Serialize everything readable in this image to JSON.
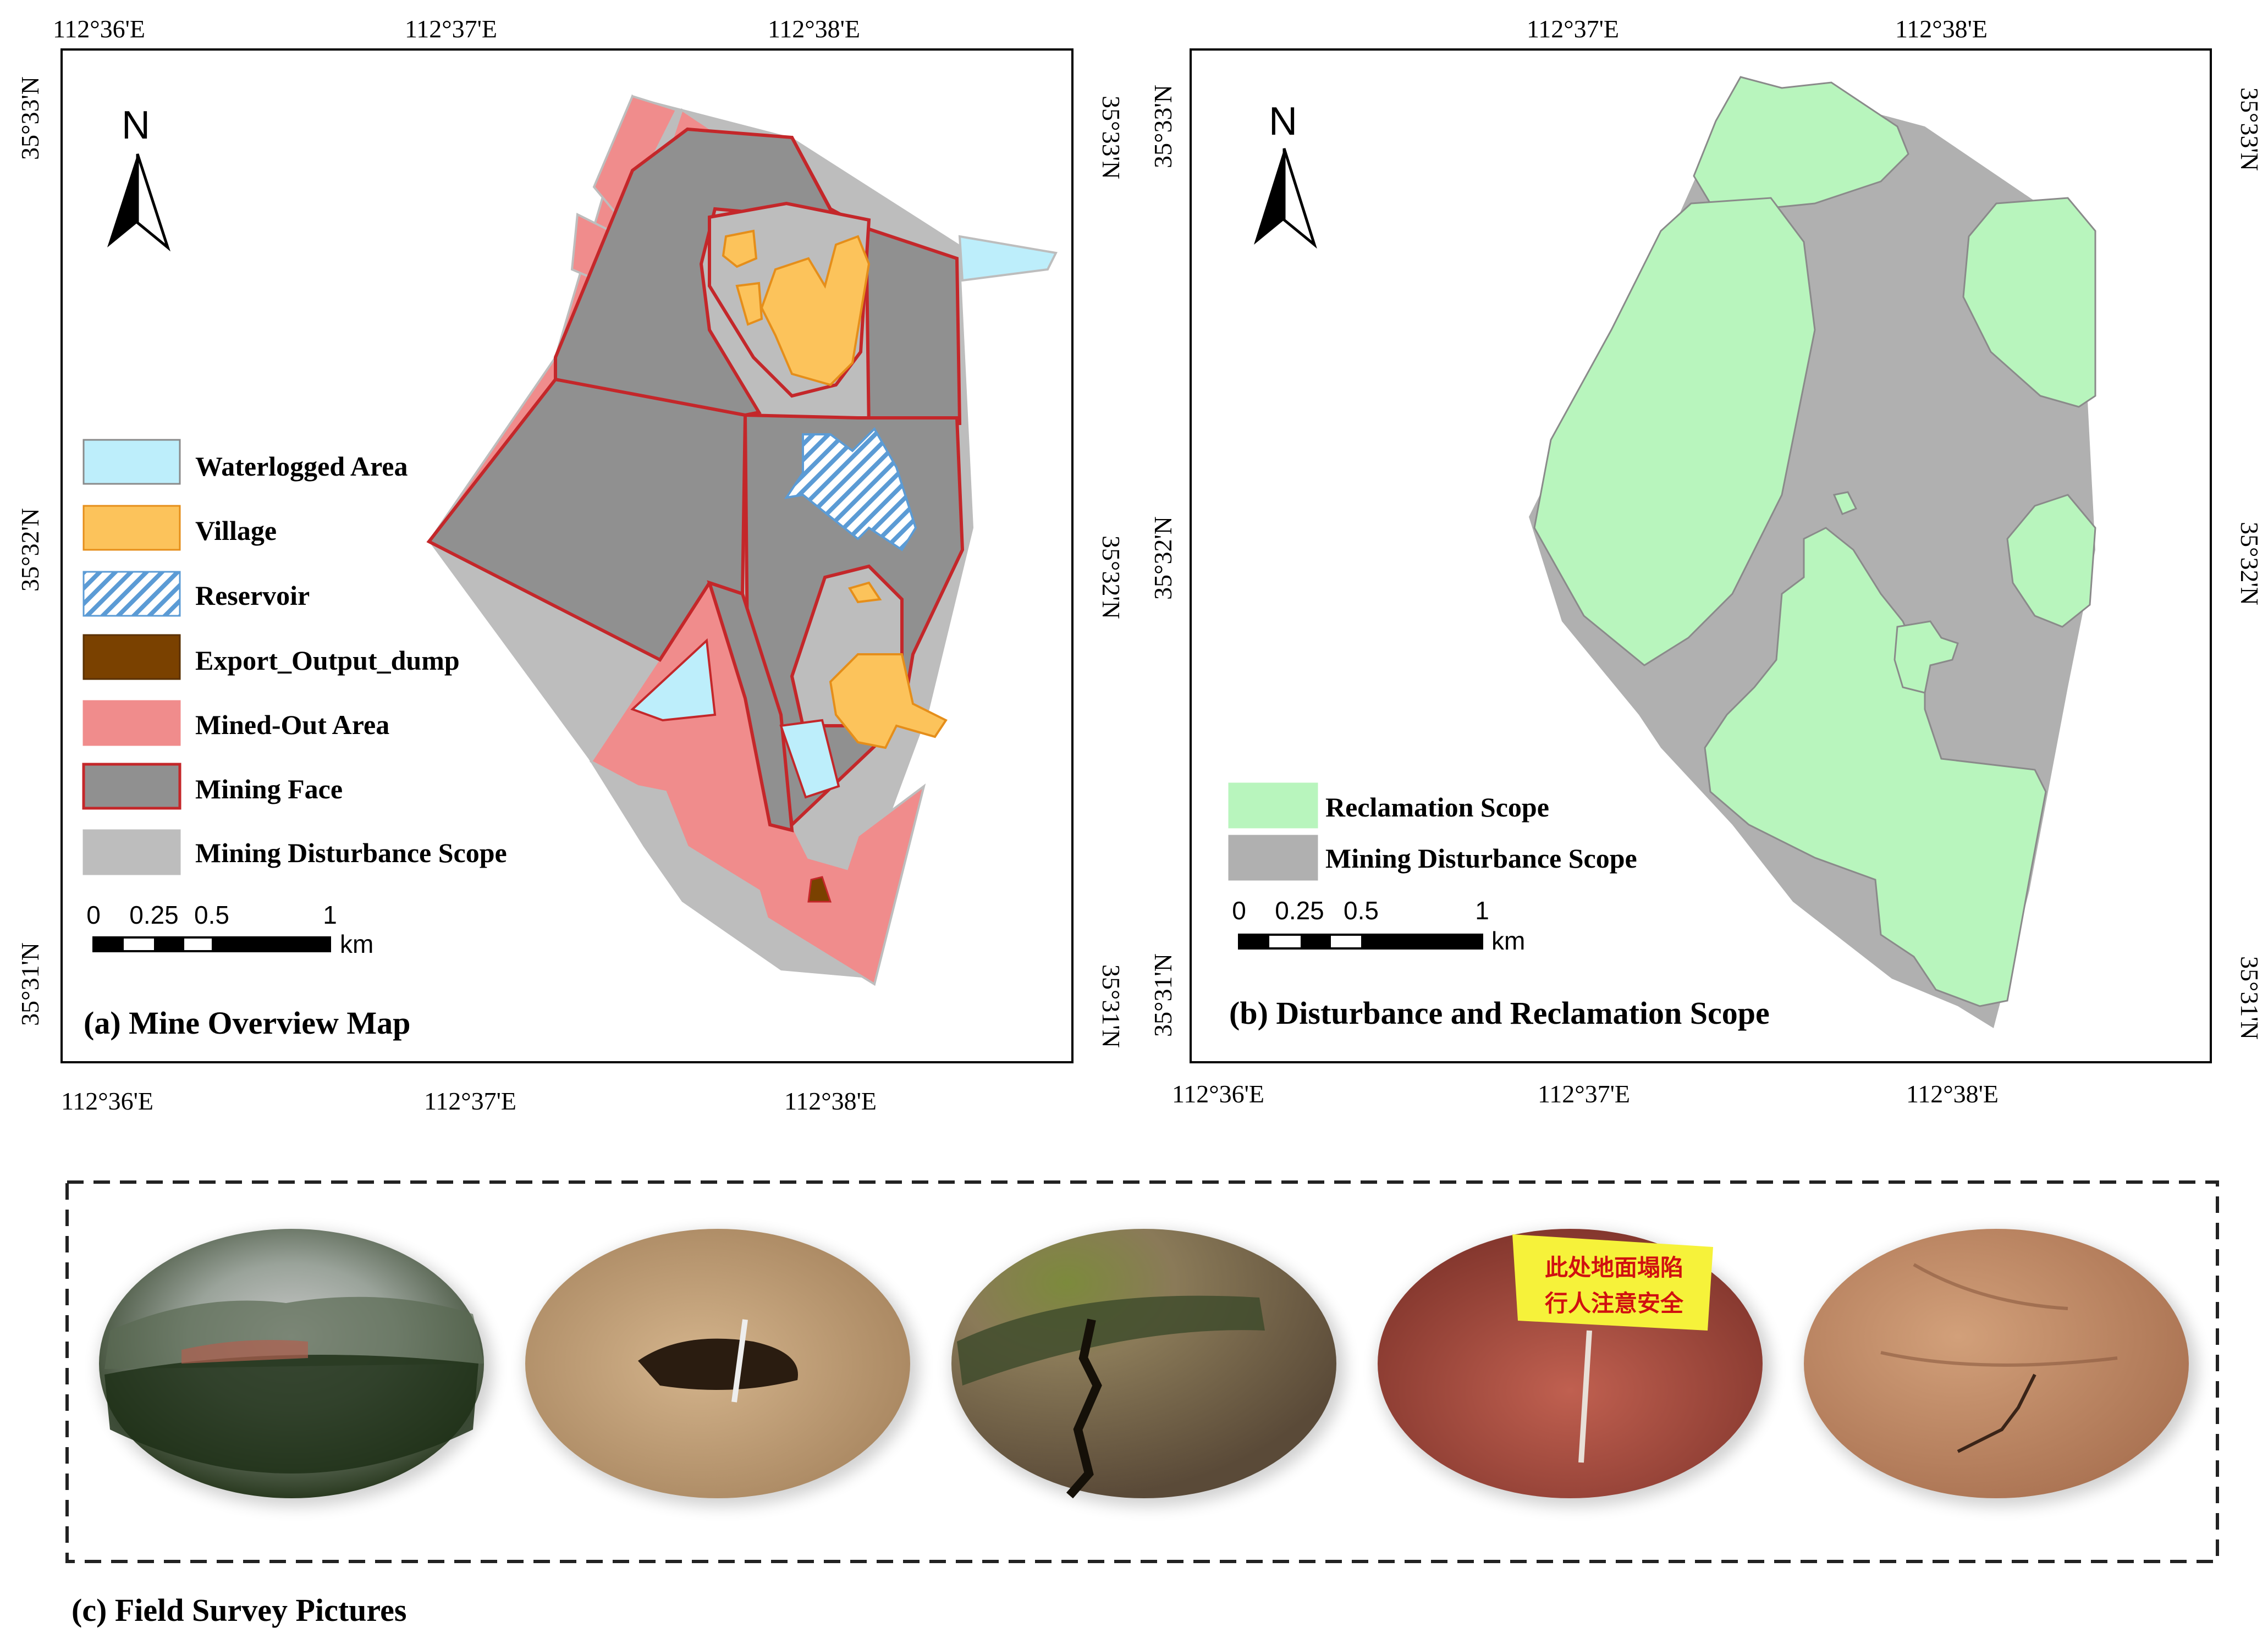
{
  "map_a": {
    "caption": "(a) Mine Overview Map",
    "north_label": "N",
    "top_lon_labels": [
      "112°36'E",
      "112°37'E",
      "112°38'E"
    ],
    "bottom_lon_labels": [
      "112°36'E",
      "112°37'E",
      "112°38'E"
    ],
    "left_lat_labels": [
      "35°33'N",
      "35°32'N",
      "35°31'N"
    ],
    "right_lat_labels": [
      "35°33'N",
      "35°32'N",
      "35°31'N"
    ],
    "legend": [
      {
        "label": "Waterlogged Area",
        "color": "#bdeefb"
      },
      {
        "label": "Village",
        "color": "#fcc35b"
      },
      {
        "label": "Reservoir",
        "color": "#5b9bd5"
      },
      {
        "label": "Export_Output_dump",
        "color": "#7a4100"
      },
      {
        "label": "Mined-Out Area",
        "color": "#f08c8c"
      },
      {
        "label": "Mining Face",
        "color": "#909090"
      },
      {
        "label": "Mining Disturbance Scope",
        "color": "#bdbdbd"
      }
    ],
    "scale": {
      "ticks": [
        "0",
        "0.25",
        "0.5",
        "1"
      ],
      "unit": "km"
    }
  },
  "map_b": {
    "caption": "(b) Disturbance and Reclamation Scope",
    "north_label": "N",
    "top_lon_labels": [
      "112°37'E",
      "112°38'E"
    ],
    "bottom_lon_labels": [
      "112°36'E",
      "112°37'E",
      "112°38'E"
    ],
    "left_lat_labels": [
      "35°33'N",
      "35°32'N",
      "35°31'N"
    ],
    "right_lat_labels": [
      "35°33'N",
      "35°32'N",
      "35°31'N"
    ],
    "legend": [
      {
        "label": "Reclamation Scope",
        "color": "#b8f5bd"
      },
      {
        "label": "Mining Disturbance Scope",
        "color": "#b0b0b0"
      }
    ],
    "scale": {
      "ticks": [
        "0",
        "0.25",
        "0.5",
        "1"
      ],
      "unit": "km"
    }
  },
  "field_survey": {
    "caption": "(c) Field Survey Pictures",
    "sign_text": [
      "此处地面塌陷",
      "行人注意安全"
    ]
  }
}
